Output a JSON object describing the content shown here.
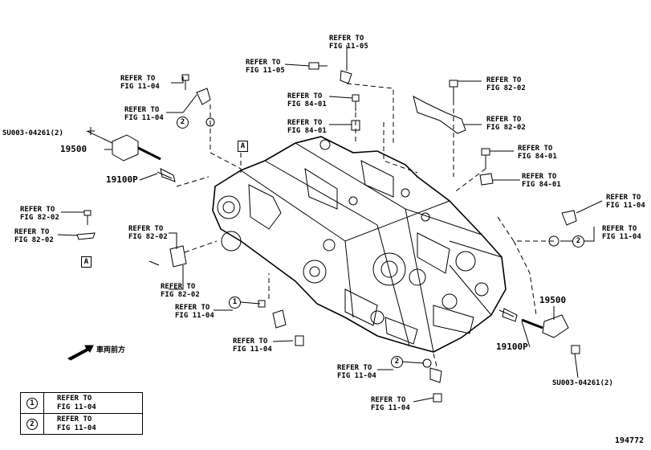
{
  "callouts": [
    {
      "id": "c1",
      "text": "REFER TO\nFIG 11-05"
    },
    {
      "id": "c2",
      "text": "REFER TO\nFIG 11-05"
    },
    {
      "id": "c3",
      "text": "REFER TO\nFIG 11-04"
    },
    {
      "id": "c4",
      "text": "REFER TO\nFIG 11-04"
    },
    {
      "id": "c5",
      "text": "REFER TO\nFIG 84-01"
    },
    {
      "id": "c6",
      "text": "REFER TO\nFIG 84-01"
    },
    {
      "id": "c7",
      "text": "REFER TO\nFIG 82-02"
    },
    {
      "id": "c8",
      "text": "REFER TO\nFIG 82-02"
    },
    {
      "id": "c9",
      "text": "REFER TO\nFIG 84-01"
    },
    {
      "id": "c10",
      "text": "REFER TO\nFIG 84-01"
    },
    {
      "id": "c11",
      "text": "REFER TO\nFIG 11-04"
    },
    {
      "id": "c12",
      "text": "REFER TO\nFIG 11-04"
    },
    {
      "id": "c13",
      "text": "REFER TO\nFIG 82-02"
    },
    {
      "id": "c14",
      "text": "REFER TO\nFIG 82-02"
    },
    {
      "id": "c15",
      "text": "REFER TO\nFIG 82-02"
    },
    {
      "id": "c16",
      "text": "REFER TO\nFIG 82-02"
    },
    {
      "id": "c17",
      "text": "REFER TO\nFIG 11-04"
    },
    {
      "id": "c18",
      "text": "REFER TO\nFIG 11-04"
    },
    {
      "id": "c19",
      "text": "REFER TO\nFIG 11-04"
    },
    {
      "id": "c20",
      "text": "REFER TO\nFIG 11-04"
    }
  ],
  "part_numbers": {
    "left_coil": "19500",
    "left_plug": "19100P",
    "left_bolt": "SU003-04261(2)",
    "right_coil": "19500",
    "right_plug": "19100P",
    "right_bolt": "SU003-04261(2)"
  },
  "markers": {
    "box_a": "A",
    "circle_1": "1",
    "circle_2": "2"
  },
  "direction_label": "車両前方",
  "legend": [
    {
      "key": "1",
      "text": "REFER TO\nFIG 11-04"
    },
    {
      "key": "2",
      "text": "REFER TO\nFIG 11-04"
    }
  ],
  "diagram_code": "194772"
}
